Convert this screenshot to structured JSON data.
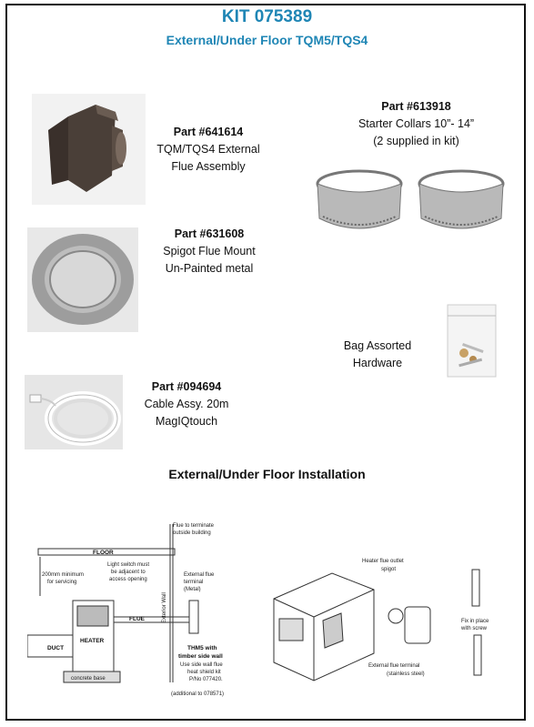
{
  "header": {
    "kit_title": "KIT 075389",
    "subtitle": "External/Under Floor TQM5/TQS4"
  },
  "parts": {
    "flue_assembly": {
      "part_no": "Part #641614",
      "line1": "TQM/TQS4 External",
      "line2": "Flue Assembly"
    },
    "starter_collars": {
      "part_no": "Part #613918",
      "line1": "Starter Collars 10”- 14”",
      "line2": "(2 supplied in kit)"
    },
    "spigot_mount": {
      "part_no": "Part #631608",
      "line1": "Spigot Flue Mount",
      "line2": "Un-Painted metal"
    },
    "hardware": {
      "line1": "Bag Assorted",
      "line2": "Hardware"
    },
    "cable": {
      "part_no": "Part #094694",
      "line1": "Cable Assy. 20m",
      "line2": "MagIQtouch"
    }
  },
  "section_title": "External/Under Floor Installation",
  "diagram_left": {
    "flue_note": "Flue to terminate",
    "flue_note2": "outside building",
    "floor": "FLOOR",
    "min_gap": "200mm minimum",
    "min_gap2": "for servicing",
    "light_switch": "Light switch must",
    "light_switch2": "be adjacent to",
    "light_switch3": "access opening",
    "ext_terminal": "External flue",
    "ext_terminal2": "terminal",
    "ext_terminal3": "(Metal)",
    "flue": "FLUE",
    "exterior_wall": "Exterior Wall",
    "duct": "DUCT",
    "heater": "HEATER",
    "base": "concrete base",
    "thm5": "THM5 with",
    "thm5_2": "timber side wall",
    "thm5_3": "Use side wall flue",
    "thm5_4": "heat shield kit",
    "thm5_5": "P/No 077420.",
    "thm5_6": "(additional to 078571)"
  },
  "diagram_right": {
    "spigot_label": "Heater flue outlet",
    "spigot_label2": "spigot",
    "terminal_label": "External flue terminal",
    "terminal_label2": "(stainless steel)",
    "fix_label": "Fix in place",
    "fix_label2": "with screw"
  }
}
